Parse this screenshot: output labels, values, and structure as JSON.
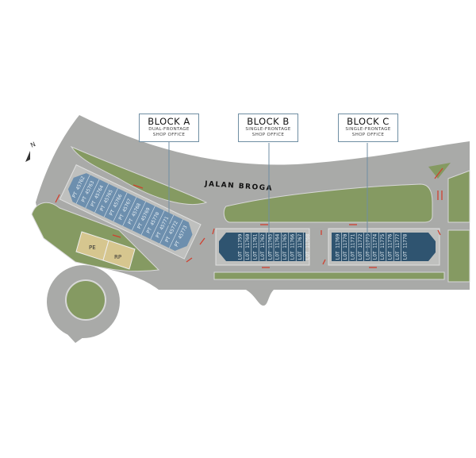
{
  "north_label": "N",
  "road_name": "JALAN BROGA",
  "blocks": [
    {
      "title": "BLOCK A",
      "line1": "DUAL-FRONTAGE",
      "line2": "SHOP OFFICE",
      "lots": [
        "PT 45762",
        "PT 45763",
        "PT 45764",
        "PT 45765",
        "PT 45766",
        "PT 45767",
        "PT 45768",
        "PT 45769",
        "PT 45770",
        "PT 45771",
        "PT 45772",
        "PT 45773"
      ]
    },
    {
      "title": "BLOCK B",
      "line1": "SINGLE-FRONTAGE",
      "line2": "SHOP OFFICE",
      "lots": [
        "LOT 11759",
        "LOT 11760",
        "LOT 11761",
        "LOT 11762",
        "LOT 11763",
        "LOT 11764",
        "LOT 11765",
        "LOT 11766",
        "LOT 11767",
        "LOT 11768"
      ]
    },
    {
      "title": "BLOCK C",
      "line1": "SINGLE-FRONTAGE",
      "line2": "SHOP OFFICE",
      "lots": [
        "LOT 11769",
        "LOT 11770",
        "LOT 11771",
        "LOT 11772",
        "LOT 11773",
        "LOT 11774",
        "LOT 11775",
        "LOT 11776",
        "LOT 11777",
        "LOT 11778"
      ]
    }
  ],
  "utilities": [
    {
      "label": "PE"
    },
    {
      "label": "RP"
    }
  ],
  "colors": {
    "road": "#a9aaa8",
    "green": "#859a62",
    "blockA": "#6d8fae",
    "blockBC": "#2f5470",
    "utility": "#d6c68f",
    "arrow": "#d0402f",
    "callout_border": "#6f8ea3"
  }
}
